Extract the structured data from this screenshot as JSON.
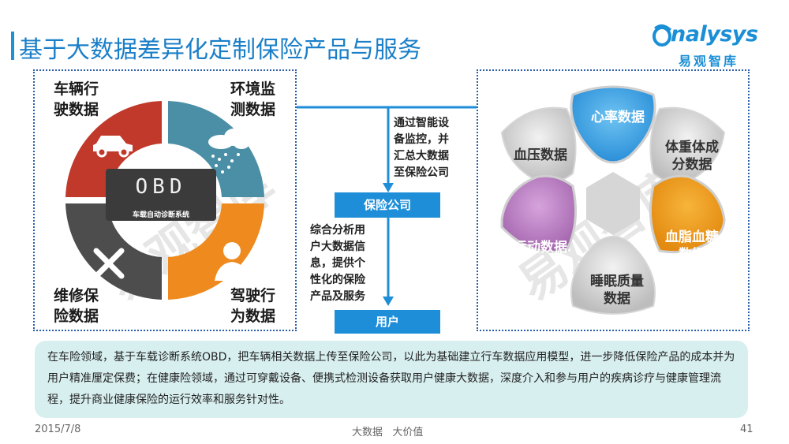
{
  "title": "基于大数据差异化定制保险产品与服务",
  "logo": {
    "brand": "nalysys",
    "sub": "易观智库"
  },
  "left_quadrants": {
    "top_left": "车辆行\n驶数据",
    "top_right": "环境监\n测数据",
    "bottom_left": "维修保\n险数据",
    "bottom_right": "驾驶行\n为数据",
    "center_title": "OBD",
    "center_sub": "车载自动诊断系统"
  },
  "flow": {
    "step1_text": "通过智能设\n备监控，并\n汇总大数据\n至保险公司",
    "insurer_label": "保险公司",
    "step2_text": "综合分析用\n户大数据信\n息，提供个\n性化的保险\n产品及服务",
    "user_label": "用户"
  },
  "health_data": {
    "heart": "心率数据",
    "blood_pressure": "血压数据",
    "body_weight": "体重体成\n分数据",
    "exercise": "运动数据",
    "lipid_sugar": "血脂血糖\n数据",
    "sleep": "睡眠质量\n数据"
  },
  "summary": "在车险领域，基于车载诊断系统OBD，把车辆相关数据上传至保险公司，以此为基础建立行车数据应用模型，进一步降低保险产品的成本并为用户精准厘定保费；在健康险领域，通过可穿戴设备、便携式检测设备获取用户健康大数据，深度介入和参与用户的疾病诊疗与健康管理流程，提升商业健康保险的运行效率和服务针对性。",
  "footer": {
    "date": "2015/7/8",
    "center": "大数据   大价值",
    "page": "41"
  },
  "watermark": "易观智库",
  "colors": {
    "red": "#c0392b",
    "teal": "#4a8fa6",
    "dark": "#4a4a4a",
    "orange": "#ee8a1e",
    "blue": "#1e8ed8"
  }
}
